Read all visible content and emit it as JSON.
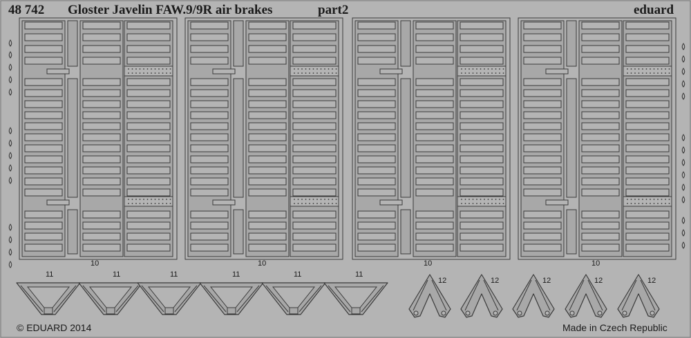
{
  "header": {
    "product_code": "48 742",
    "title": "Gloster Javelin FAW.9/9R air brakes",
    "part": "part2",
    "brand": "eduard"
  },
  "footer": {
    "copyright": "© EDUARD 2014",
    "origin": "Made in Czech Republic"
  },
  "parts": {
    "panel": "10",
    "small_bracket": "11",
    "a_bracket": "12"
  },
  "colors": {
    "fret": "#b4b4b4",
    "part": "#a8a8a8",
    "outline": "#3a3a3a",
    "text": "#1a1a1a"
  }
}
